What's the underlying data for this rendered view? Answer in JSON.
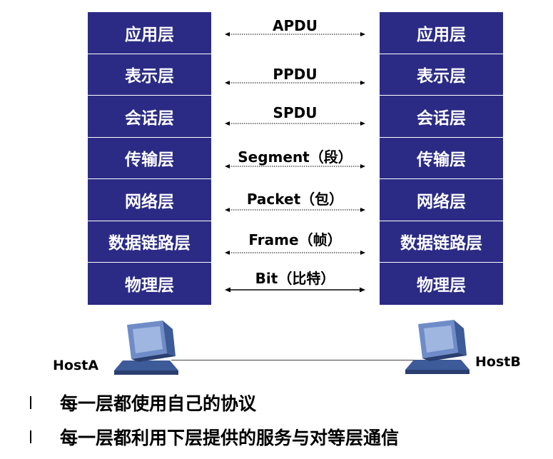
{
  "host_a": {
    "name": "HostA",
    "layers": [
      "应用层",
      "表示层",
      "会话层",
      "传输层",
      "网络层",
      "数据链路层",
      "物理层"
    ]
  },
  "host_b": {
    "name": "HostB",
    "layers": [
      "应用层",
      "表示层",
      "会话层",
      "传输层",
      "网络层",
      "数据链路层",
      "物理层"
    ]
  },
  "pdus": [
    {
      "label": "APDU",
      "style": "dotted"
    },
    {
      "label": "PPDU",
      "style": "dotted"
    },
    {
      "label": "SPDU",
      "style": "dotted"
    },
    {
      "label": "Segment（段）",
      "style": "dotted"
    },
    {
      "label": "Packet（包）",
      "style": "dotted"
    },
    {
      "label": "Frame（帧）",
      "style": "dotted"
    },
    {
      "label": "Bit（比特）",
      "style": "solid"
    }
  ],
  "bullets": [
    "每一层都使用自己的协议",
    "每一层都利用下层提供的服务与对等层通信"
  ],
  "colors": {
    "layer_fill": "#2b2b86",
    "layer_text": "#ffffff",
    "computer": "#5a78b4"
  },
  "icons": {
    "host": "computer-icon"
  }
}
